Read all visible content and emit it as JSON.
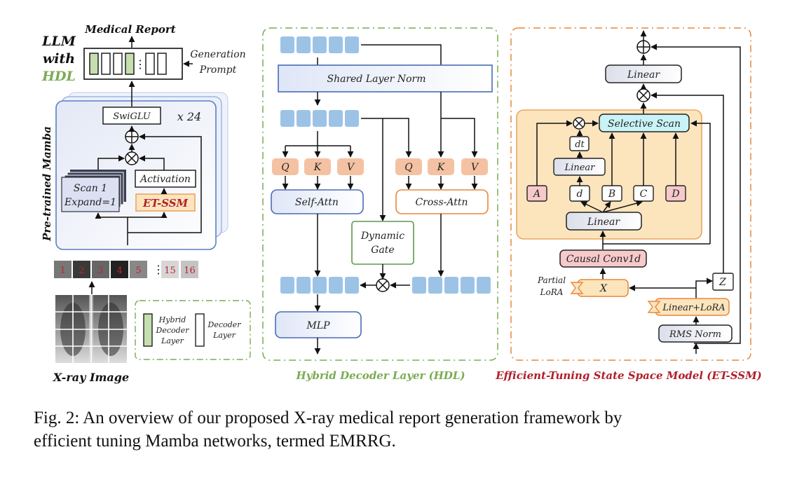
{
  "figure": {
    "caption_line1": "Fig. 2: An overview of our proposed X-ray medical report generation framework by",
    "caption_line2": "efficient tuning Mamba networks, termed EMRRG."
  },
  "left_panel": {
    "output_label": "Medical Report",
    "llm_label_1": "LLM",
    "llm_label_2": "with",
    "llm_label_3": "HDL",
    "generation_prompt_1": "Generation",
    "generation_prompt_2": "Prompt",
    "decoder_tokens": [
      "hybrid",
      "decoder",
      "decoder",
      "hybrid",
      "ellipsis",
      "decoder",
      "decoder"
    ],
    "ellipsis": "⋮",
    "mamba_label": "Pre-trained Mamba",
    "swiglu": "SwiGLU",
    "repeat": "x 24",
    "scan_1": "Scan 1",
    "scan_2": "Expand=1",
    "activation": "Activation",
    "et_ssm": "ET-SSM",
    "patches": [
      "1",
      "2",
      "3",
      "4",
      "5",
      "15",
      "16"
    ],
    "patch_ellipsis": "⋮",
    "xray_label": "X-ray Image",
    "legend": {
      "hybrid_1": "Hybrid",
      "hybrid_2": "Decoder",
      "hybrid_3": "Layer",
      "decoder_1": "Decoder",
      "decoder_2": "Layer"
    }
  },
  "hdl_panel": {
    "title": "Hybrid Decoder Layer (HDL)",
    "shared_norm": "Shared Layer Norm",
    "self_qkv": [
      "Q",
      "K",
      "V"
    ],
    "cross_qkv": [
      "Q",
      "K",
      "V"
    ],
    "self_attn": "Self-Attn",
    "cross_attn": "Cross-Attn",
    "gate_1": "Dynamic",
    "gate_2": "Gate",
    "mlp": "MLP"
  },
  "etssm_panel": {
    "title": "Efficient-Tuning State Space Model (ET-SSM)",
    "linear_top": "Linear",
    "selective_scan": "Selective Scan",
    "dt": "dt",
    "linear_mid": "Linear",
    "params": [
      "A",
      "d",
      "B",
      "C",
      "D"
    ],
    "linear_bottom": "Linear",
    "causal_conv": "Causal Conv1d",
    "partial_1": "Partial",
    "partial_2": "LoRA",
    "x": "X",
    "z": "Z",
    "linear_lora": "Linear+LoRA",
    "rms_norm": "RMS Norm"
  },
  "colors": {
    "green": "#7aab52",
    "green_fill": "#c5dfb0",
    "blue_token": "#9cc3e6",
    "qkv_fill": "#f4c2a3",
    "orange": "#e8873a",
    "orange_fill": "#fce4bd",
    "red_title": "#b01f2a",
    "pink_fill": "#f6c9cb",
    "cyan_fill": "#c9f3f7",
    "mamba_border": "#5b7fc0"
  }
}
